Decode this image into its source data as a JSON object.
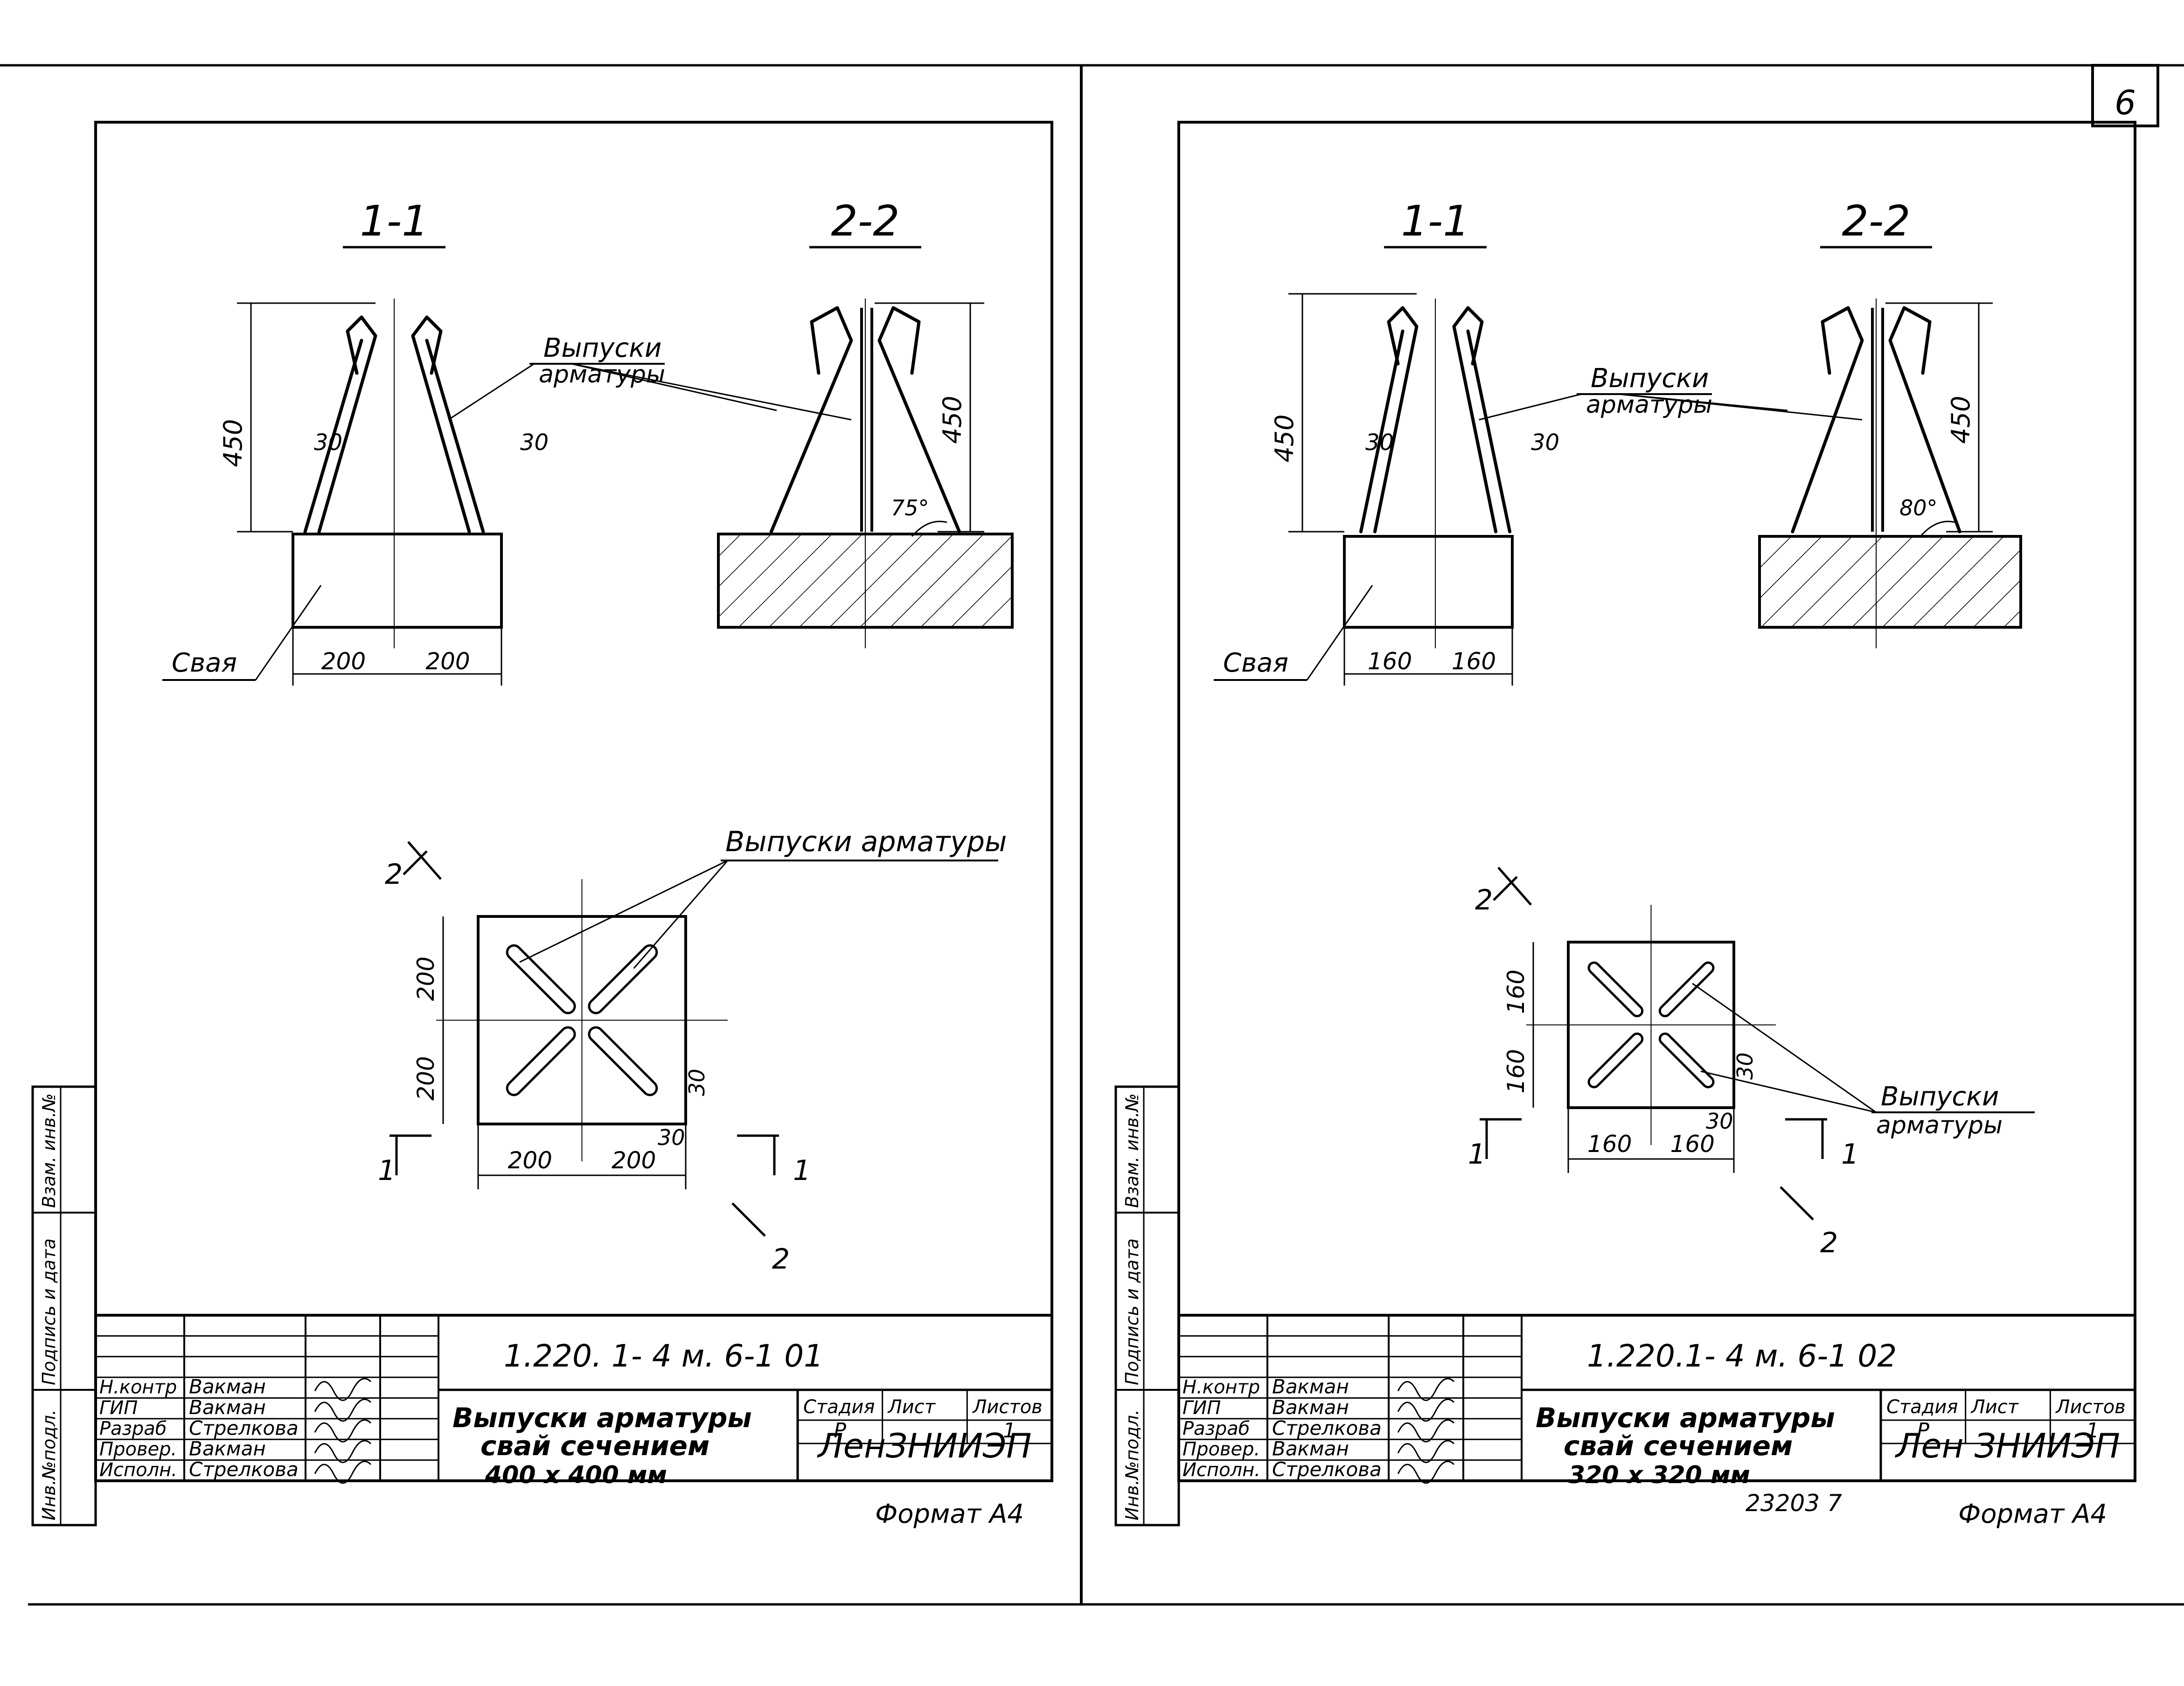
{
  "page_number": "6",
  "sheets": [
    {
      "designation": "1.220. 1- 4 м. 6-1   01",
      "title_lines": [
        "Выпуски арматуры",
        "свай сечением",
        "400 х 400 мм"
      ],
      "section_labels": [
        "1-1",
        "2-2"
      ],
      "callout_outlets": "Выпуски арматуры",
      "callout_outlets_lines": [
        "Выпуски",
        "арматуры"
      ],
      "callout_pile": "Свая",
      "dims": {
        "height": "450",
        "offset": "30",
        "half": "200",
        "angle": "75°"
      },
      "plan_marks": {
        "a": "1",
        "b": "2"
      },
      "stamp": {
        "headers": [
          "Стадия",
          "Лист",
          "Листов"
        ],
        "values": [
          "Р",
          "",
          "1"
        ],
        "org": "ЛенЗНИИЭП",
        "rows": [
          {
            "role": "Н.контр",
            "name": "Вакман"
          },
          {
            "role": "ГИП",
            "name": "Вакман"
          },
          {
            "role": "Разраб",
            "name": "Стрелкова"
          },
          {
            "role": "Провер.",
            "name": "Вакман"
          },
          {
            "role": "Исполн.",
            "name": "Стрелкова"
          }
        ]
      },
      "side_labels": [
        "Инв.№подл.",
        "Подпись и дата",
        "Взам. инв.№"
      ],
      "format": "Формат А4"
    },
    {
      "designation": "1.220.1- 4 м.  6-1   02",
      "title_lines": [
        "Выпуски арматуры",
        "свай сечением",
        "320 х 320 мм"
      ],
      "section_labels": [
        "1-1",
        "2-2"
      ],
      "callout_outlets": "Выпуски арматуры",
      "callout_outlets_lines": [
        "Выпуски",
        "арматуры"
      ],
      "callout_pile": "Свая",
      "dims": {
        "height": "450",
        "offset": "30",
        "half": "160",
        "angle": "80°"
      },
      "plan_marks": {
        "a": "1",
        "b": "2"
      },
      "stamp": {
        "headers": [
          "Стадия",
          "Лист",
          "Листов"
        ],
        "values": [
          "Р",
          "",
          "1"
        ],
        "org": "Лен ЗНИИЭП",
        "rows": [
          {
            "role": "Н.контр",
            "name": "Вакман"
          },
          {
            "role": "ГИП",
            "name": "Вакман"
          },
          {
            "role": "Разраб",
            "name": "Стрелкова"
          },
          {
            "role": "Провер.",
            "name": "Вакман"
          },
          {
            "role": "Исполн.",
            "name": "Стрелкова"
          }
        ]
      },
      "side_labels": [
        "Инв.№подл.",
        "Подпись и дата",
        "Взам. инв.№"
      ],
      "format": "Формат А4",
      "archive_number": "23203   7"
    }
  ]
}
